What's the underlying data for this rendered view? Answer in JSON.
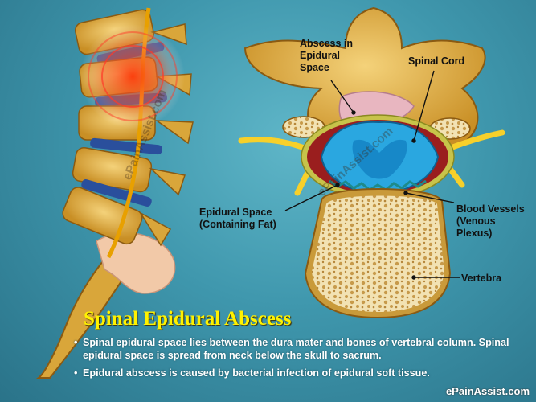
{
  "colors": {
    "background": "#3f97ad",
    "title": "#fff200",
    "bone": "#e3b23c",
    "disc": "#2a4f9c",
    "spinal_cord": "#2aa7e0",
    "abscess": "#e8b6c0",
    "nerve": "#f7d02a"
  },
  "labels": {
    "abscess": "Abscess in\nEpidural\nSpace",
    "spinal_cord": "Spinal Cord",
    "epidural_space": "Epidural Space\n(Containing Fat)",
    "blood_vessels": "Blood Vessels\n(Venous\nPlexus)",
    "vertebra": "Vertebra"
  },
  "title": "Spinal Epidural Abscess",
  "bullets": [
    "Spinal epidural space lies between the dura mater and bones of vertebral column. Spinal epidural space is spread from neck below the skull to sacrum.",
    "Epidural abscess is caused by bacterial infection of epidural soft tissue."
  ],
  "bullet_marker": "•",
  "watermark": "ePainAssist.com",
  "diagonal_watermark": "ePainAssist.com"
}
